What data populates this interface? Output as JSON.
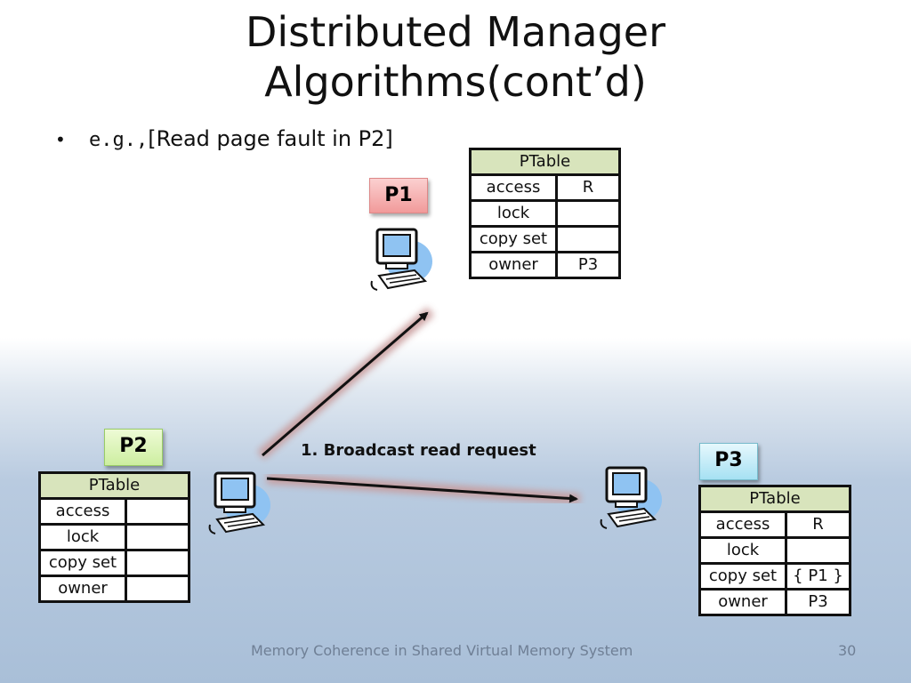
{
  "slide": {
    "title_line1": "Distributed Manager",
    "title_line2": "Algorithms(cont’d)",
    "bullet_symbol": "•",
    "bullet_eg": "e.g.,",
    "bullet_text": "[Read page fault in P2]",
    "arrow_caption": "1. Broadcast read request",
    "footer": "Memory Coherence in Shared Virtual Memory System",
    "page_number": "30"
  },
  "nodes": {
    "p1": {
      "label": "P1",
      "color": "#f4a6a6"
    },
    "p2": {
      "label": "P2",
      "color": "#d4f0a4"
    },
    "p3": {
      "label": "P3",
      "color": "#a6dff0"
    }
  },
  "tables": {
    "p1": {
      "header": "PTable",
      "rows": [
        {
          "key": "access",
          "value": "R"
        },
        {
          "key": "lock",
          "value": ""
        },
        {
          "key": "copy set",
          "value": ""
        },
        {
          "key": "owner",
          "value": "P3"
        }
      ]
    },
    "p2": {
      "header": "PTable",
      "rows": [
        {
          "key": "access",
          "value": ""
        },
        {
          "key": "lock",
          "value": ""
        },
        {
          "key": "copy set",
          "value": ""
        },
        {
          "key": "owner",
          "value": ""
        }
      ]
    },
    "p3": {
      "header": "PTable",
      "rows": [
        {
          "key": "access",
          "value": "R"
        },
        {
          "key": "lock",
          "value": ""
        },
        {
          "key": "copy set",
          "value": "{ P1 }"
        },
        {
          "key": "owner",
          "value": "P3"
        }
      ]
    }
  },
  "icons": {
    "computer": "computer-icon",
    "arrow": "arrow-icon"
  }
}
